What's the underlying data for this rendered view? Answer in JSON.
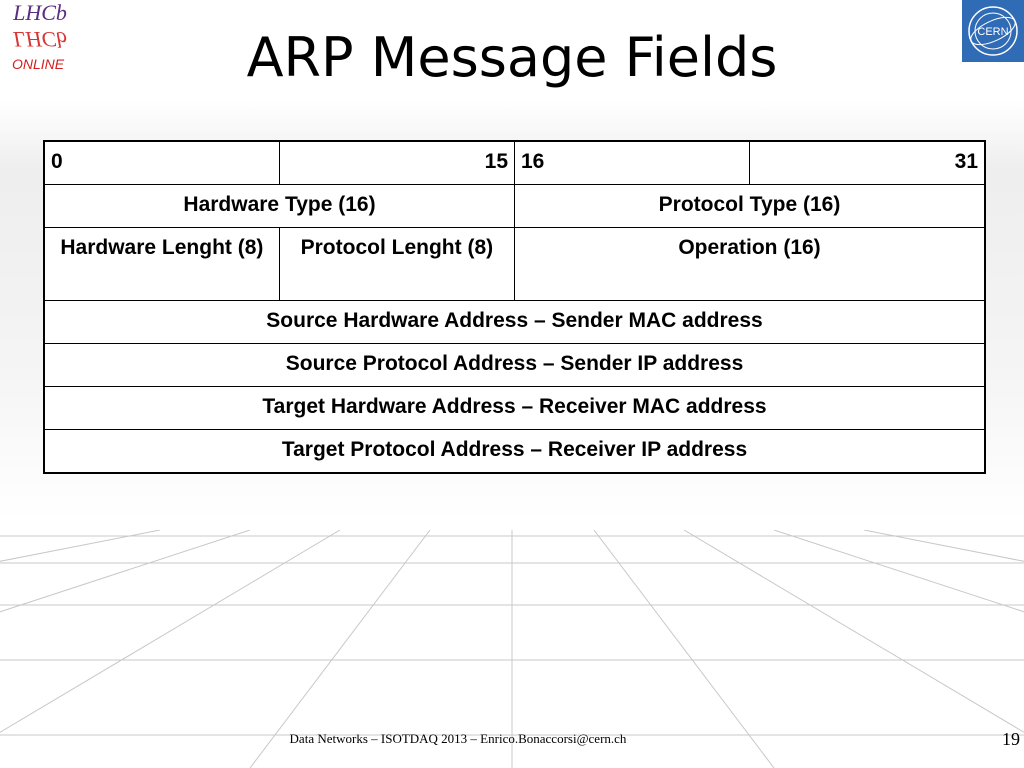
{
  "slide": {
    "title": "ARP Message Fields",
    "footer": "Data Networks – ISOTDAQ 2013 – Enrico.Bonaccorsi@cern.ch",
    "page_number": "19"
  },
  "logos": {
    "lhcb": {
      "line1": "LHCb",
      "line2": "ONLINE"
    },
    "cern": {
      "text": "CERN"
    }
  },
  "table": {
    "bits": [
      "0",
      "15",
      "16",
      "31"
    ],
    "hardware_type": "Hardware Type (16)",
    "protocol_type": "Protocol Type (16)",
    "hardware_length": "Hardware Lenght (8)",
    "protocol_length": "Protocol Lenght (8)",
    "operation": "Operation (16)",
    "source_hardware_address": "Source Hardware Address – Sender MAC address",
    "source_protocol_address": "Source Protocol Address – Sender IP address",
    "target_hardware_address": "Target Hardware Address – Receiver MAC address",
    "target_protocol_address": "Target Protocol Address – Receiver IP address"
  },
  "colors": {
    "lhcb_purple": "#5a2d82",
    "lhcb_red": "#d42020",
    "cern_blue": "#2f6cb5"
  }
}
